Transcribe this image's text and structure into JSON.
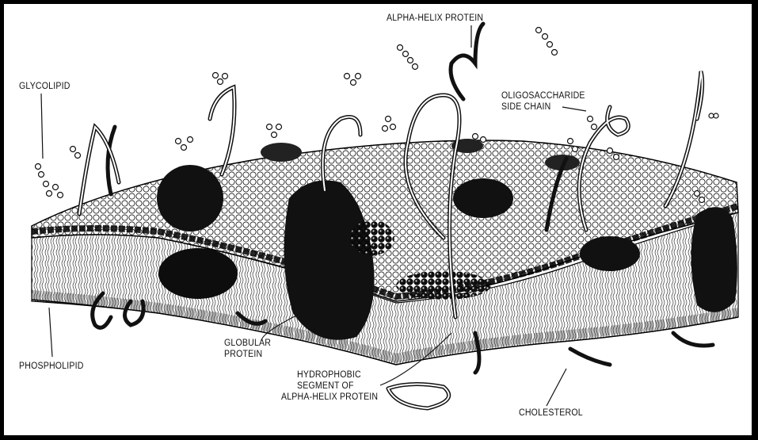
{
  "diagram": {
    "labels": {
      "glycolipid": "GLYCOLIPID",
      "alpha_helix_protein": "ALPHA-HELIX PROTEIN",
      "oligosaccharide_side_chain": [
        "OLIGOSACCHARIDE",
        "SIDE CHAIN"
      ],
      "globular_protein": [
        "GLOBULAR",
        "PROTEIN"
      ],
      "hydrophobic_segment": [
        "HYDROPHOBIC",
        "SEGMENT OF",
        "ALPHA-HELIX PROTEIN"
      ],
      "phospholipid": "PHOSPHOLIPID",
      "cholesterol": "CHOLESTEROL"
    }
  }
}
